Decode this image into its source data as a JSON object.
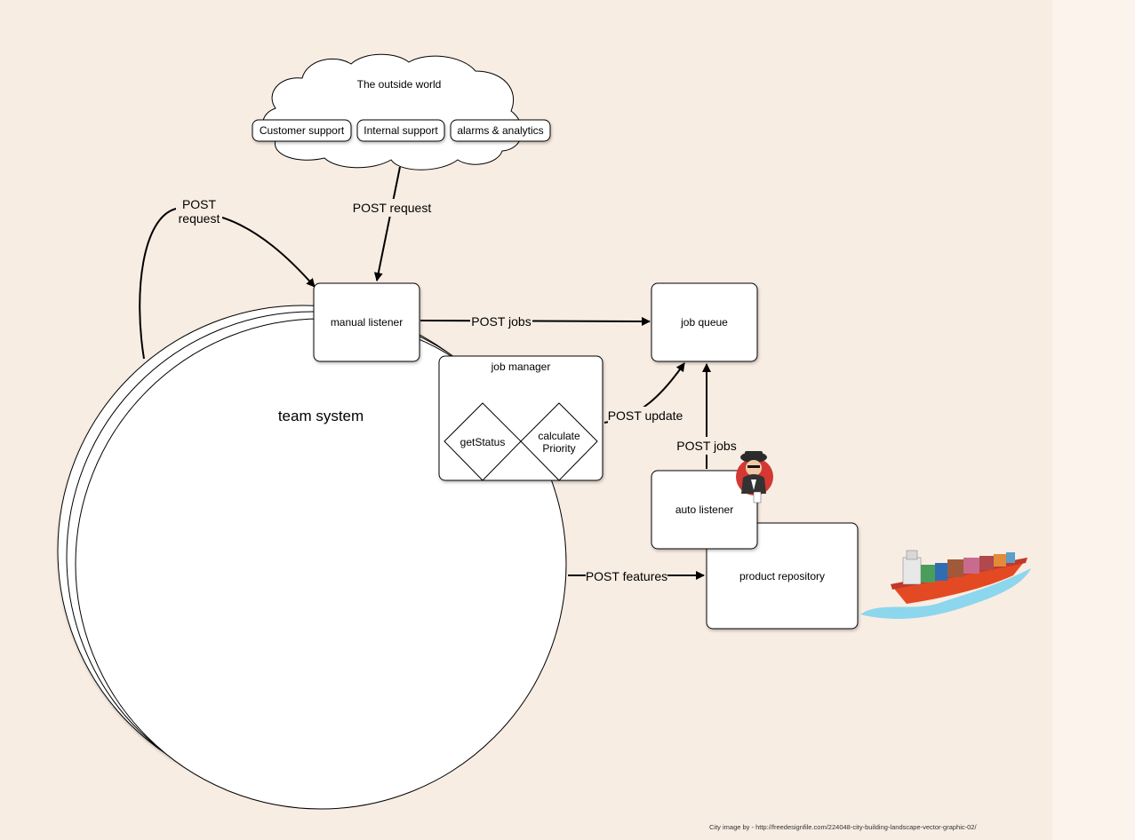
{
  "cloud": {
    "title": "The outside world"
  },
  "external_sources": [
    {
      "label": "Customer support"
    },
    {
      "label": "Internal support"
    },
    {
      "label": "alarms & analytics"
    }
  ],
  "nodes": {
    "manual_listener": "manual listener",
    "job_queue": "job queue",
    "job_manager": "job manager",
    "get_status": "getStatus",
    "calculate_priority_line1": "calculate",
    "calculate_priority_line2": "Priority",
    "auto_listener": "auto listener",
    "product_repository": "product repository",
    "team_system": "team system"
  },
  "edges": {
    "post_request_loop_line1": "POST",
    "post_request_loop_line2": "request",
    "post_request_outside": "POST request",
    "post_jobs_manual": "POST jobs",
    "post_update": "POST update",
    "post_jobs_auto": "POST jobs",
    "post_features": "POST features"
  },
  "credit": "City image by - http://freedesignfile.com/224048-city-building-landscape-vector-graphic-02/",
  "colors": {
    "background": "#f8ede3",
    "node_fill": "#ffffff",
    "stroke": "#000000"
  }
}
